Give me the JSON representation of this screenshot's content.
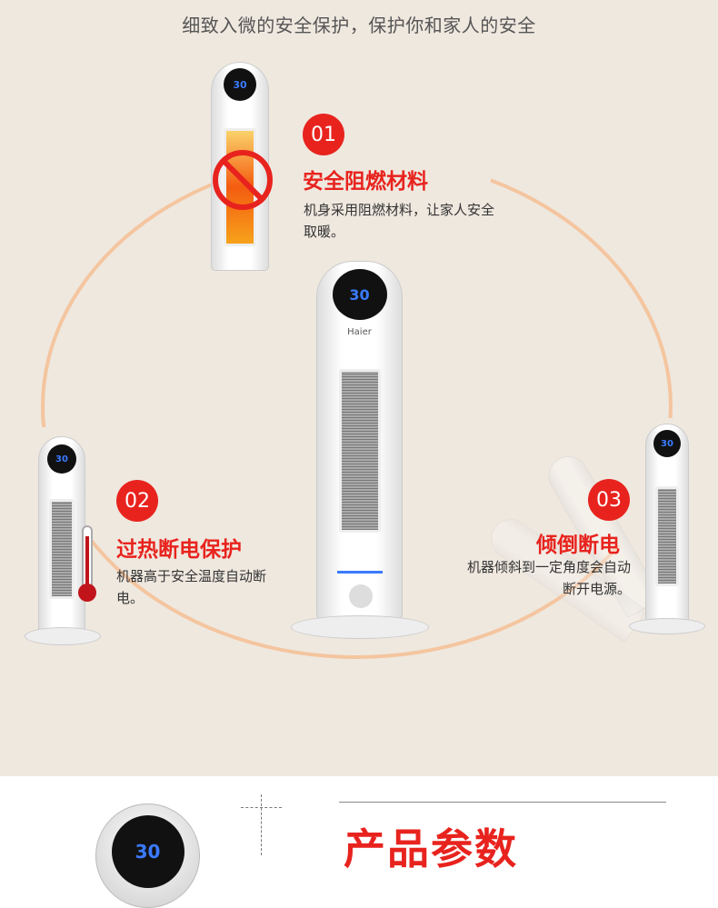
{
  "header": {
    "subtitle": "细致入微的安全保护，保护你和家人的安全"
  },
  "features": [
    {
      "number": "01",
      "title": "安全阻燃材料",
      "description": "机身采用阻燃材料，让家人安全取暖。"
    },
    {
      "number": "02",
      "title": "过热断电保护",
      "description": "机器高于安全温度自动断电。"
    },
    {
      "number": "03",
      "title": "倾倒断电",
      "description": "机器倾斜到一定角度会自动断开电源。"
    }
  ],
  "product": {
    "brand": "Haier",
    "display_temp": "30"
  },
  "params": {
    "title": "产品参数"
  },
  "colors": {
    "accent": "#e8231e",
    "background": "#efe8df"
  }
}
